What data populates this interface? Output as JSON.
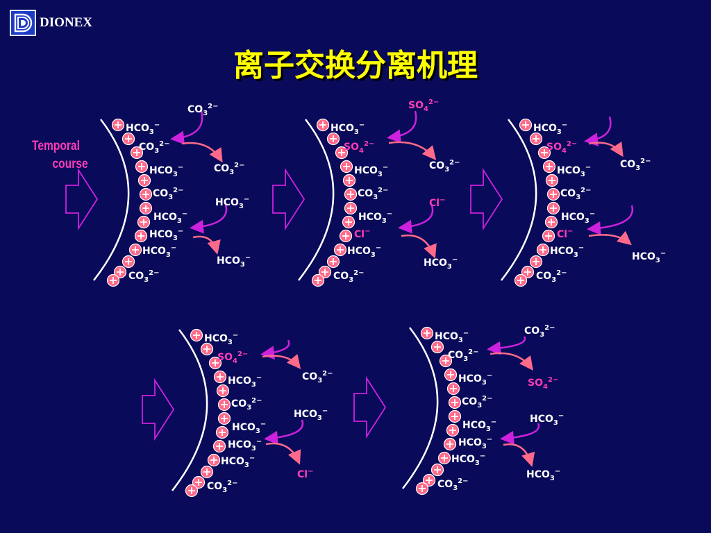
{
  "logo": {
    "text": "DIONEX",
    "icon": "dionex-d-logo"
  },
  "title": "离子交换分离机理",
  "temporal": {
    "line1": "Temporal",
    "line2": "course"
  },
  "colors": {
    "background": "#0a0a5a",
    "title": "#ffff00",
    "resin_label": "#ffffff",
    "incoming_label": "#ffffff",
    "sulfate_label": "#ff3db7",
    "chloride_label": "#ff3db7",
    "arrow_in": "#cc22dd",
    "arrow_out": "#ff6a8a",
    "plus_circle": "#ff6a8a",
    "arrow_outline": "#cc22dd"
  },
  "panels": [
    {
      "resin_labels": [
        "HCO3-",
        "CO32-",
        "HCO3-",
        "CO32-",
        "HCO3-",
        "HCO3-",
        "HCO3-",
        "CO32-"
      ],
      "resin_label_colors": [
        "w",
        "w",
        "w",
        "w",
        "w",
        "w",
        "w",
        "w"
      ],
      "ions": [
        {
          "label": "CO32-",
          "color": "w"
        },
        {
          "label": "CO32-",
          "color": "w"
        },
        {
          "label": "HCO3-",
          "color": "w"
        },
        {
          "label": "HCO3-",
          "color": "w"
        }
      ]
    },
    {
      "resin_labels": [
        "HCO3-",
        "SO42-",
        "HCO3-",
        "CO32-",
        "HCO3-",
        "Cl-",
        "HCO3-",
        "CO32-"
      ],
      "resin_label_colors": [
        "w",
        "p",
        "w",
        "w",
        "w",
        "p",
        "w",
        "w"
      ],
      "ions": [
        {
          "label": "SO42-",
          "color": "p"
        },
        {
          "label": "CO32-",
          "color": "w"
        },
        {
          "label": "Cl-",
          "color": "p"
        },
        {
          "label": "HCO3-",
          "color": "w"
        }
      ]
    },
    {
      "resin_labels": [
        "HCO3-",
        "SO42-",
        "HCO3-",
        "CO32-",
        "HCO3-",
        "Cl-",
        "HCO3-",
        "CO32-"
      ],
      "resin_label_colors": [
        "w",
        "p",
        "w",
        "w",
        "w",
        "p",
        "w",
        "w"
      ],
      "ions": [
        {
          "label": "",
          "color": "w"
        },
        {
          "label": "CO32-",
          "color": "w"
        },
        {
          "label": "",
          "color": "w"
        },
        {
          "label": "HCO3-",
          "color": "w"
        }
      ]
    },
    {
      "resin_labels": [
        "HCO3-",
        "SO42-",
        "HCO3-",
        "CO32-",
        "HCO3-",
        "HCO3-",
        "HCO3-",
        "CO32-"
      ],
      "resin_label_colors": [
        "w",
        "p",
        "w",
        "w",
        "w",
        "w",
        "w",
        "w"
      ],
      "ions": [
        {
          "label": "",
          "color": "w"
        },
        {
          "label": "CO32-",
          "color": "w"
        },
        {
          "label": "HCO3-",
          "color": "w"
        },
        {
          "label": "Cl-",
          "color": "p"
        }
      ]
    },
    {
      "resin_labels": [
        "HCO3-",
        "CO32-",
        "HCO3-",
        "CO32-",
        "HCO3-",
        "HCO3-",
        "HCO3-",
        "CO32-"
      ],
      "resin_label_colors": [
        "w",
        "w",
        "w",
        "w",
        "w",
        "w",
        "w",
        "w"
      ],
      "ions": [
        {
          "label": "CO32-",
          "color": "w"
        },
        {
          "label": "SO42-",
          "color": "p"
        },
        {
          "label": "HCO3-",
          "color": "w"
        },
        {
          "label": "HCO3-",
          "color": "w"
        }
      ]
    }
  ]
}
